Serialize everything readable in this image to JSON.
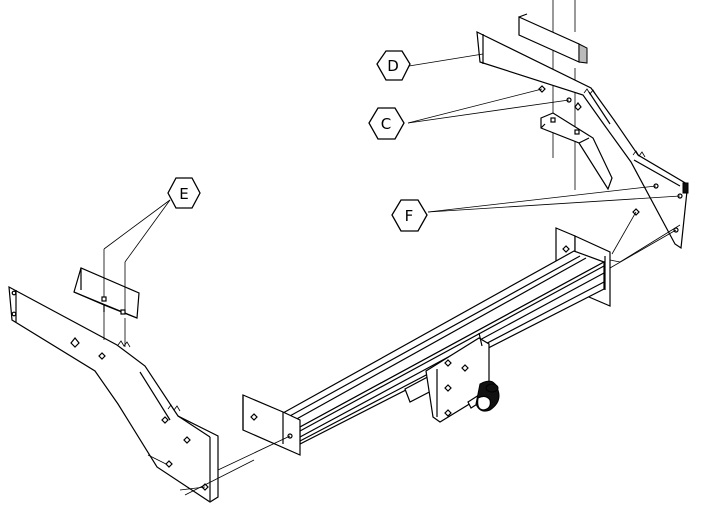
{
  "callouts": [
    {
      "id": "D",
      "label": "D"
    },
    {
      "id": "C",
      "label": "C"
    },
    {
      "id": "E",
      "label": "E"
    },
    {
      "id": "F",
      "label": "F"
    }
  ]
}
